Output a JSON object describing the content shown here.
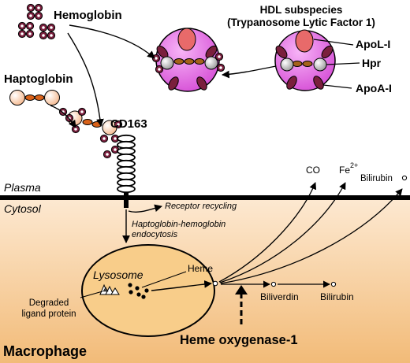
{
  "labels": {
    "hemoglobin": "Hemoglobin",
    "haptoglobin": "Haptoglobin",
    "hdl_line1": "HDL subspecies",
    "hdl_line2": "(Trypanosome Lytic Factor 1)",
    "apol": "ApoL-I",
    "hpr": "Hpr",
    "apoa": "ApoA-I",
    "cd163": "CD163",
    "plasma": "Plasma",
    "cytosol": "Cytosol",
    "receptor_recycling": "Receptor recycling",
    "endocytosis_line1": "Haptoglobin-hemoglobin",
    "endocytosis_line2": "endocytosis",
    "lysosome": "Lysosome",
    "heme": "Heme",
    "degraded_line1": "Degraded",
    "degraded_line2": "ligand protein",
    "co": "CO",
    "fe": "Fe",
    "fe_charge": "2+",
    "bilirubin_top": "Bilirubin",
    "biliverdin": "Biliverdin",
    "bilirubin": "Bilirubin",
    "heme_oxygenase": "Heme oxygenase-1",
    "macrophage": "Macrophage"
  },
  "colors": {
    "heme_fill": "#7a1f3d",
    "hdl_fill": "#e466e4",
    "apol_fill": "#e86a6a",
    "cytosol_top": "#fde9d2",
    "cytosol_bottom": "#f2bb78",
    "lysosome_fill": "#f8cd8a",
    "hp_link": "#d9621a",
    "hp_ball": "#fbd7b8"
  }
}
